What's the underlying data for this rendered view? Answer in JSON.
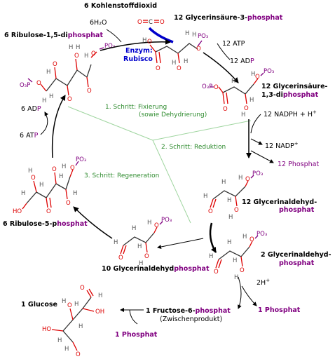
{
  "labels": {
    "co2": "6 Kohlenstoffdioxid",
    "h2o": "6H₂O",
    "rubp_a": "6 Ribulose-1,5-di",
    "rubp_b": "phosphat",
    "pga_a": "12 Glycerinsäure-3-",
    "pga_b": "phosphat",
    "enzyme_a": "Enzym:",
    "enzyme_b": "Rubisco",
    "atp12": "12 ATP",
    "adp12_a": "12 AD",
    "adp12_b": "P",
    "bpg_a": "12 Glycerinsäure-",
    "bpg_b": "1,3-di",
    "bpg_c": "phosphat",
    "nadph": "12 NADPH + H",
    "nadph_sup": "+",
    "nadp": "12 NADP",
    "nadp_sup": "+",
    "phos12": "12 Phosphat",
    "g3p12_a": "12 Glycerinaldehyd-",
    "g3p12_b": "phosphat",
    "g3p2_a": "2 Glycerinaldehyd-",
    "g3p2_b": "phosphat",
    "h2": "2H",
    "h2_sup": "+",
    "phos1_right": "1 Phosphat",
    "fructose_a": "1 Fructose-6-",
    "fructose_b": "phosphat",
    "fructose_c": "(Zwischenprodukt)",
    "phos1_left": "1 Phosphat",
    "glucose": "1 Glucose",
    "g3p10_a": "10 Glycerinaldehyd",
    "g3p10_b": "phosphat",
    "ru5p_a": "6 Ribulose-5-p",
    "ru5p_b": "hosphat",
    "adp6_a": "6 AD",
    "adp6_b": "P",
    "atp6_a": "6 AT",
    "atp6_b": "P",
    "step1a": "1. Schritt: Fixierung",
    "step1b": "(sowie Dehydrierung)",
    "step2": "2. Schritt: Reduktion",
    "step3": "3. Schritt: Regeneration",
    "atoms": {
      "O": "O",
      "H": "H",
      "C": "C",
      "P": "P",
      "PO3": "PO₃",
      "O3P": "O₃P",
      "HO": "HO",
      "OH": "OH"
    }
  },
  "colors": {
    "phosphate": "#800080",
    "enzyme": "#0000cc",
    "step": "#2e8b2e",
    "oxygen": "#dd0000",
    "guide": "#9fd59f"
  }
}
